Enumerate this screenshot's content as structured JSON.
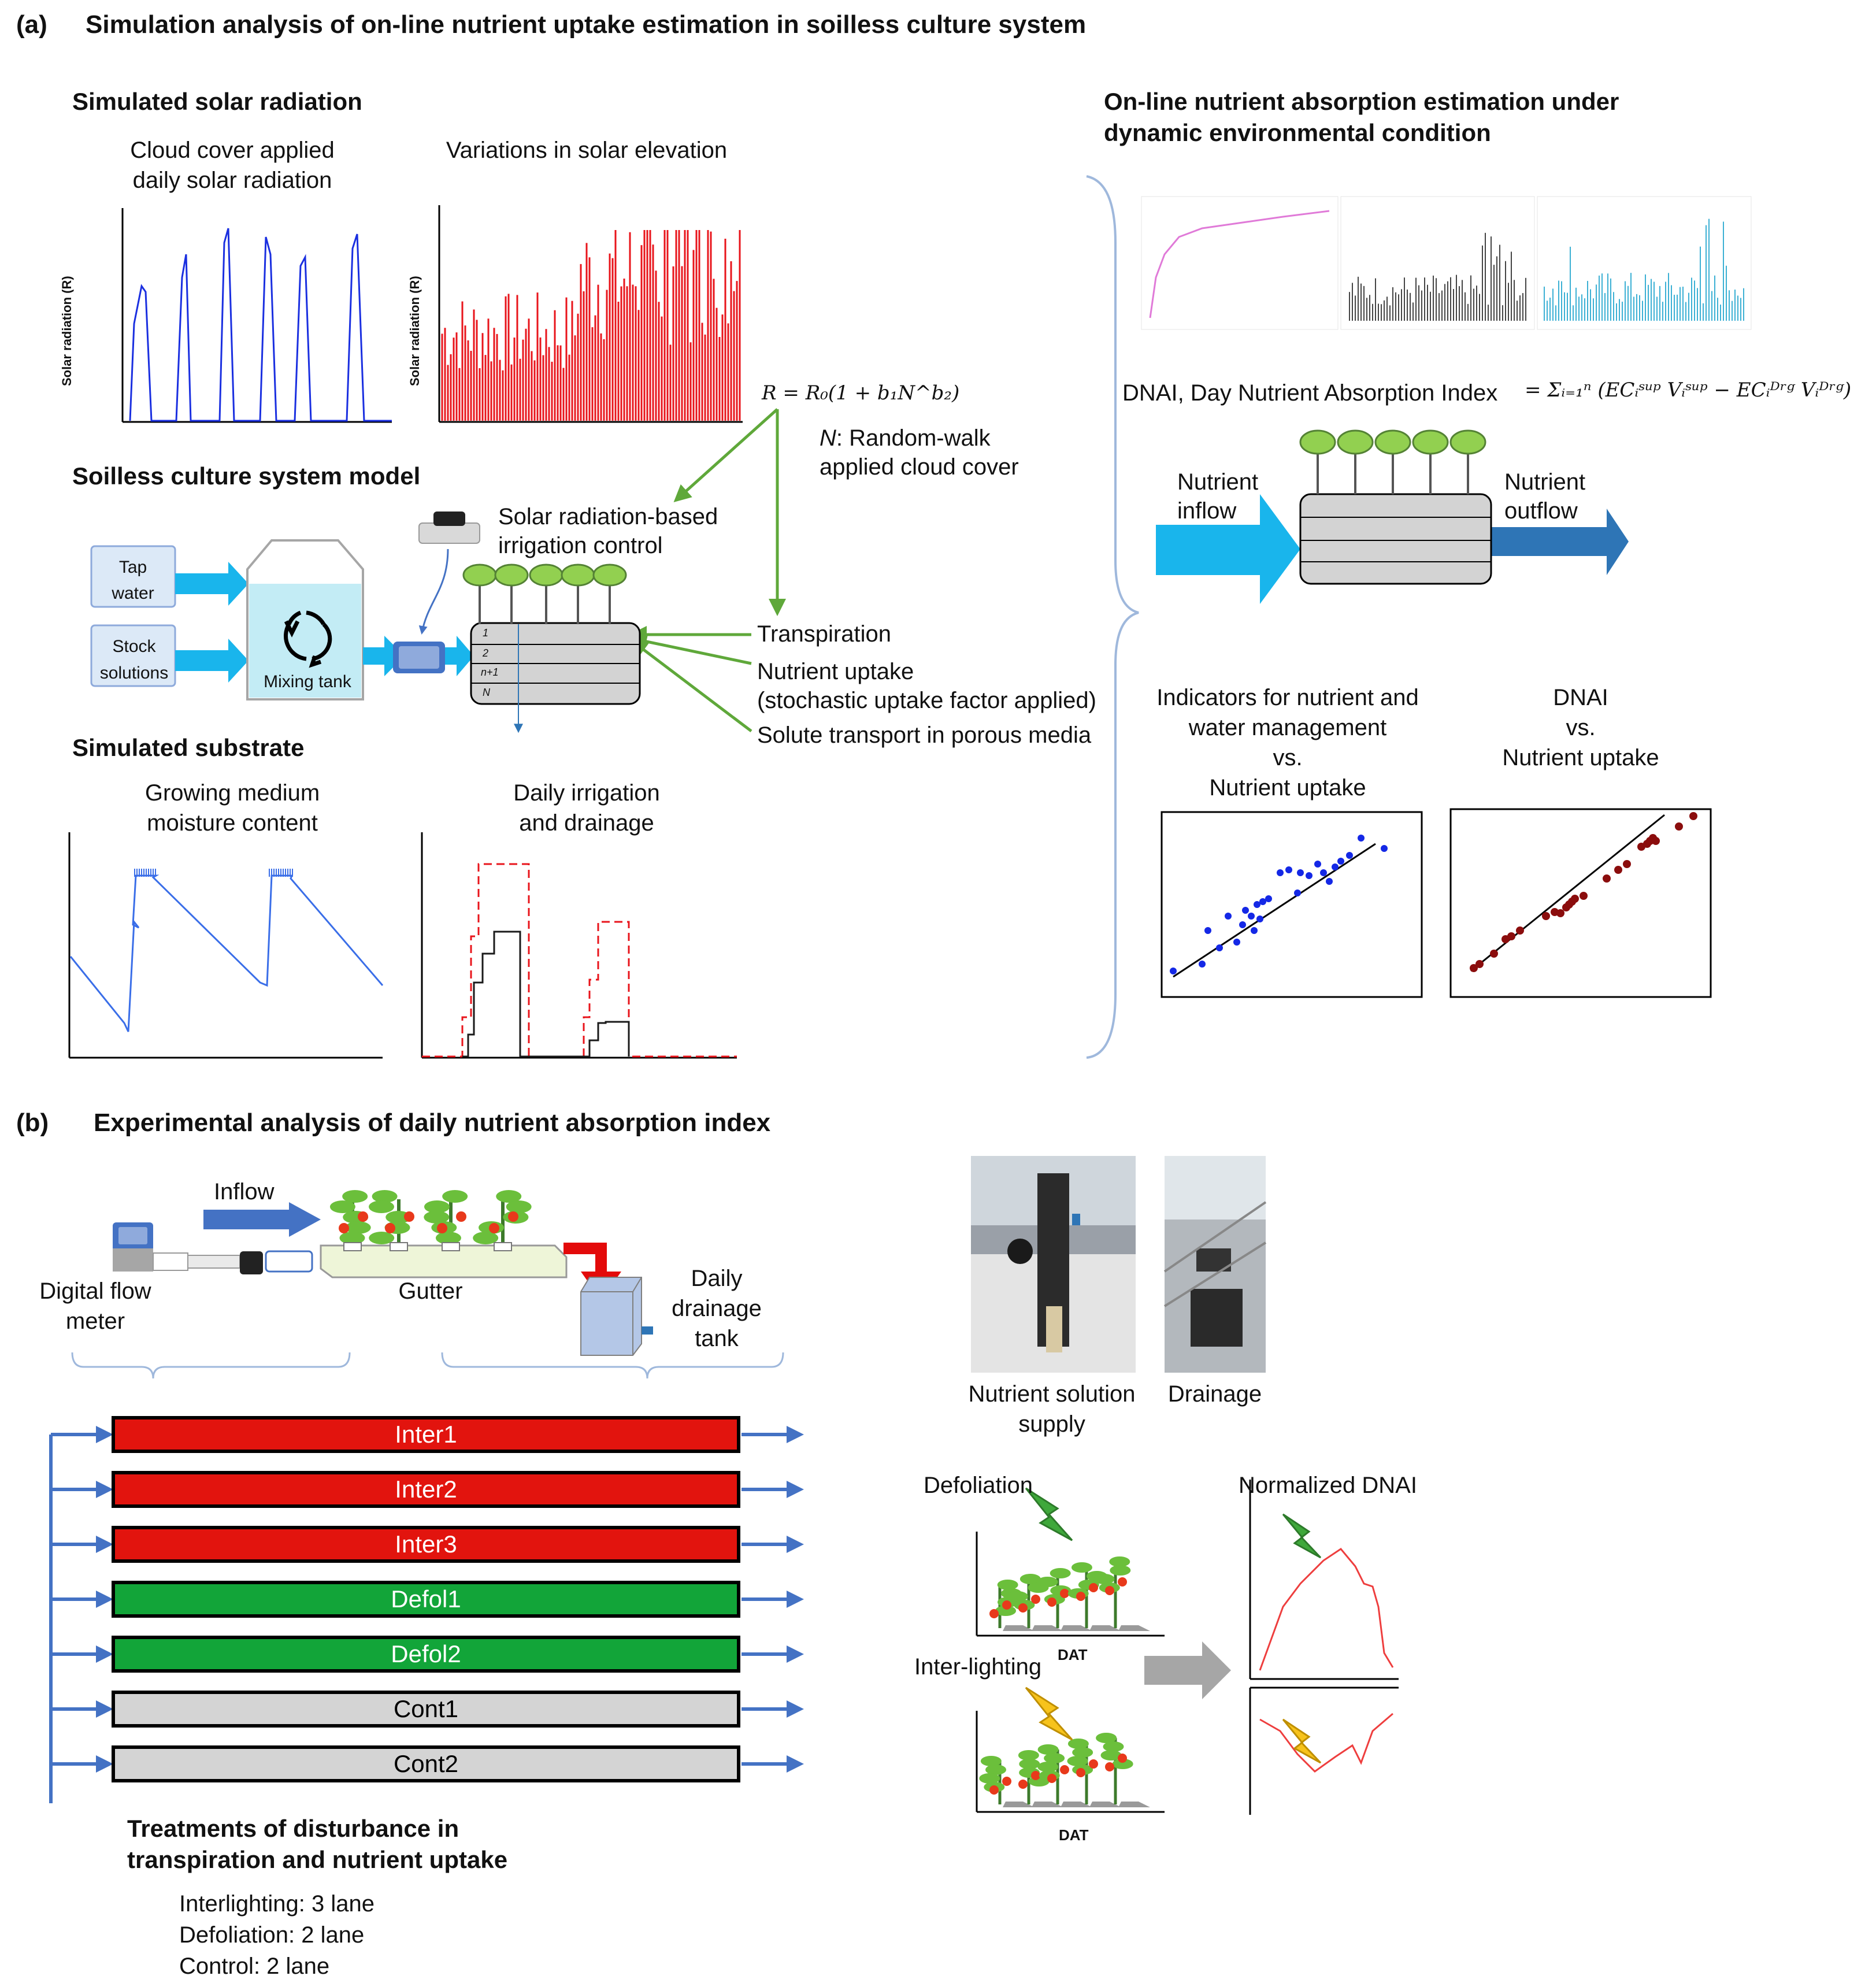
{
  "part_a": {
    "panel_label": "(a)",
    "title": "Simulation analysis of on-line nutrient uptake estimation in soilless culture system",
    "solar": {
      "heading": "Simulated solar radiation",
      "chart1_title_line1": "Cloud cover applied",
      "chart1_title_line2": "daily solar radiation",
      "chart2_title": "Variations in solar elevation",
      "ylabel": "Solar radiation (R)"
    },
    "equation": {
      "formula": "R = R₀(1 + b₁N^b₂)",
      "note_line1": ": Random-walk",
      "note_var": "N",
      "note_line2": "applied cloud cover"
    },
    "system": {
      "heading": "Soilless culture system model",
      "tap_line1": "Tap",
      "tap_line2": "water",
      "stock_line1": "Stock",
      "stock_line2": "solutions",
      "tank_label": "Mixing tank",
      "control_line1": "Solar radiation-based",
      "control_line2": "irrigation control",
      "layers": [
        "1",
        "2",
        "n+1",
        "N"
      ],
      "processes": [
        "Transpiration",
        "Nutrient uptake",
        "(stochastic uptake factor applied)",
        "Solute transport in porous media"
      ]
    },
    "substrate": {
      "heading": "Simulated substrate",
      "chart1_line1": "Growing medium",
      "chart1_line2": "moisture content",
      "chart2_line1": "Daily irrigation",
      "chart2_line2": "and drainage"
    },
    "online": {
      "heading_line1": "On-line nutrient absorption estimation under",
      "heading_line2": "dynamic environmental condition",
      "dnai_label": "DNAI, Day Nutrient Absorption Index",
      "dnai_formula": "= Σᵢ₌₁ⁿ (ECᵢˢᵘᵖ Vᵢˢᵘᵖ − ECᵢᴰʳᵍ Vᵢᴰʳᵍ)",
      "inflow_line1": "Nutrient",
      "inflow_line2": "inflow",
      "outflow_line1": "Nutrient",
      "outflow_line2": "outflow",
      "scatter1_line1": "Indicators for nutrient  and",
      "scatter1_line2": "water management",
      "scatter1_line3": "vs.",
      "scatter1_line4": "Nutrient uptake",
      "scatter2_line1": "DNAI",
      "scatter2_line2": "vs.",
      "scatter2_line3": "Nutrient uptake"
    }
  },
  "part_b": {
    "panel_label": "(b)",
    "title": "Experimental analysis of daily nutrient absorption index",
    "inflow": "Inflow",
    "flow_meter_line1": "Digital flow",
    "flow_meter_line2": "meter",
    "gutter": "Gutter",
    "tank_line1": "Daily",
    "tank_line2": "drainage",
    "tank_line3": "tank",
    "lanes": [
      {
        "label": "Inter1",
        "color": "#e2140e"
      },
      {
        "label": "Inter2",
        "color": "#e2140e"
      },
      {
        "label": "Inter3",
        "color": "#e2140e"
      },
      {
        "label": "Defol1",
        "color": "#12a539"
      },
      {
        "label": "Defol2",
        "color": "#12a539"
      },
      {
        "label": "Cont1",
        "color": "#d4d4d4"
      },
      {
        "label": "Cont2",
        "color": "#d4d4d4"
      }
    ],
    "treatments_line1": "Treatments of disturbance in",
    "treatments_line2": "transpiration and nutrient uptake",
    "treatment_items": [
      "Interlighting:  3 lane",
      "Defoliation: 2 lane",
      "Control: 2 lane"
    ],
    "photo1_line1": "Nutrient solution",
    "photo1_line2": "supply",
    "photo2": "Drainage",
    "defoliation": "Defoliation",
    "interlighting": "Inter-lighting",
    "dat": "DAT",
    "normalized": "Normalized DNAI"
  }
}
